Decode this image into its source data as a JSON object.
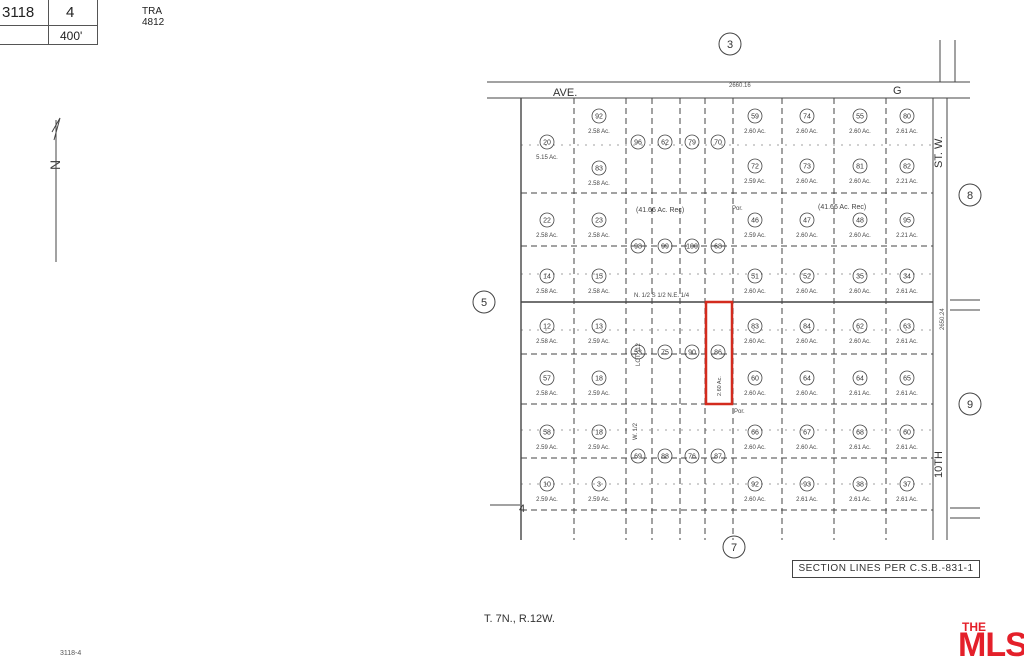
{
  "header": {
    "book_page": "3118",
    "sheet": "4",
    "scale": "400'",
    "tra_label": "TRA",
    "tra_number": "4812"
  },
  "map": {
    "street_top": "AVE.",
    "street_top_letter": "G",
    "street_right": "ST. W.",
    "street_right_number": "10TH",
    "top_dimension": "2660.16",
    "right_dimension": "2650.24",
    "adjacent_sections": {
      "north": "3",
      "east_upper": "8",
      "west": "5",
      "east_lower": "9",
      "south": "7"
    },
    "corner_section": "4",
    "township": "T. 7N., R.12W.",
    "legend": "SECTION LINES PER C.S.B.-831-1",
    "footer_code": "3118-4",
    "north_label": "N",
    "rec_notes": [
      "(41.66 Ac. Rec)",
      "(41.66 Ac. Rec)"
    ],
    "fraction_label": "N. 1/2 S 1/2 N.E. 1/4",
    "w_label": "W. 1/2",
    "lot_label": "LOT 112",
    "por_label": "Por.",
    "highlighted_parcel": "86",
    "highlight_color": "#d32b1e",
    "parcels": [
      {
        "n": "20",
        "a": "5.15 Ac."
      },
      {
        "n": "92",
        "a": "2.58 Ac."
      },
      {
        "n": "96",
        "a": ""
      },
      {
        "n": "62",
        "a": ""
      },
      {
        "n": "79",
        "a": ""
      },
      {
        "n": "70",
        "a": ""
      },
      {
        "n": "59",
        "a": "2.60 Ac."
      },
      {
        "n": "74",
        "a": "2.60 Ac."
      },
      {
        "n": "55",
        "a": "2.60 Ac."
      },
      {
        "n": "80",
        "a": "2.61 Ac."
      },
      {
        "n": "83",
        "a": "2.58 Ac."
      },
      {
        "n": "72",
        "a": "2.59 Ac."
      },
      {
        "n": "73",
        "a": "2.60 Ac."
      },
      {
        "n": "81",
        "a": "2.60 Ac."
      },
      {
        "n": "82",
        "a": "2.21 Ac."
      },
      {
        "n": "22",
        "a": "2.58 Ac."
      },
      {
        "n": "23",
        "a": "2.58 Ac."
      },
      {
        "n": "46",
        "a": "2.59 Ac."
      },
      {
        "n": "47",
        "a": "2.60 Ac."
      },
      {
        "n": "48",
        "a": "2.60 Ac."
      },
      {
        "n": "95",
        "a": "2.21 Ac."
      },
      {
        "n": "98",
        "a": ""
      },
      {
        "n": "99",
        "a": ""
      },
      {
        "n": "100",
        "a": ""
      },
      {
        "n": "68",
        "a": ""
      },
      {
        "n": "14",
        "a": "2.58 Ac."
      },
      {
        "n": "15",
        "a": "2.58 Ac."
      },
      {
        "n": "51",
        "a": "2.60 Ac."
      },
      {
        "n": "52",
        "a": "2.60 Ac."
      },
      {
        "n": "35",
        "a": "2.60 Ac."
      },
      {
        "n": "34",
        "a": "2.61 Ac."
      },
      {
        "n": "12",
        "a": "2.58 Ac."
      },
      {
        "n": "13",
        "a": "2.59 Ac."
      },
      {
        "n": "83",
        "a": "2.60 Ac."
      },
      {
        "n": "84",
        "a": "2.60 Ac."
      },
      {
        "n": "62",
        "a": "2.60 Ac."
      },
      {
        "n": "63",
        "a": "2.61 Ac."
      },
      {
        "n": "53",
        "a": ""
      },
      {
        "n": "75",
        "a": ""
      },
      {
        "n": "90",
        "a": ""
      },
      {
        "n": "86",
        "a": "2.60 Ac."
      },
      {
        "n": "57",
        "a": "2.58 Ac."
      },
      {
        "n": "18",
        "a": "2.59 Ac."
      },
      {
        "n": "60",
        "a": "2.60 Ac."
      },
      {
        "n": "64",
        "a": "2.60 Ac."
      },
      {
        "n": "64",
        "a": "2.61 Ac."
      },
      {
        "n": "65",
        "a": "2.61 Ac."
      },
      {
        "n": "58",
        "a": "2.59 Ac."
      },
      {
        "n": "18",
        "a": "2.59 Ac."
      },
      {
        "n": "66",
        "a": "2.60 Ac."
      },
      {
        "n": "67",
        "a": "2.60 Ac."
      },
      {
        "n": "68",
        "a": "2.61 Ac."
      },
      {
        "n": "60",
        "a": "2.61 Ac."
      },
      {
        "n": "69",
        "a": ""
      },
      {
        "n": "88",
        "a": ""
      },
      {
        "n": "76",
        "a": ""
      },
      {
        "n": "87",
        "a": ""
      },
      {
        "n": "10",
        "a": "2.59 Ac."
      },
      {
        "n": "3",
        "a": "2.59 Ac."
      },
      {
        "n": "92",
        "a": "2.60 Ac."
      },
      {
        "n": "93",
        "a": "2.61 Ac."
      },
      {
        "n": "38",
        "a": "2.61 Ac."
      },
      {
        "n": "37",
        "a": "2.61 Ac."
      }
    ]
  }
}
